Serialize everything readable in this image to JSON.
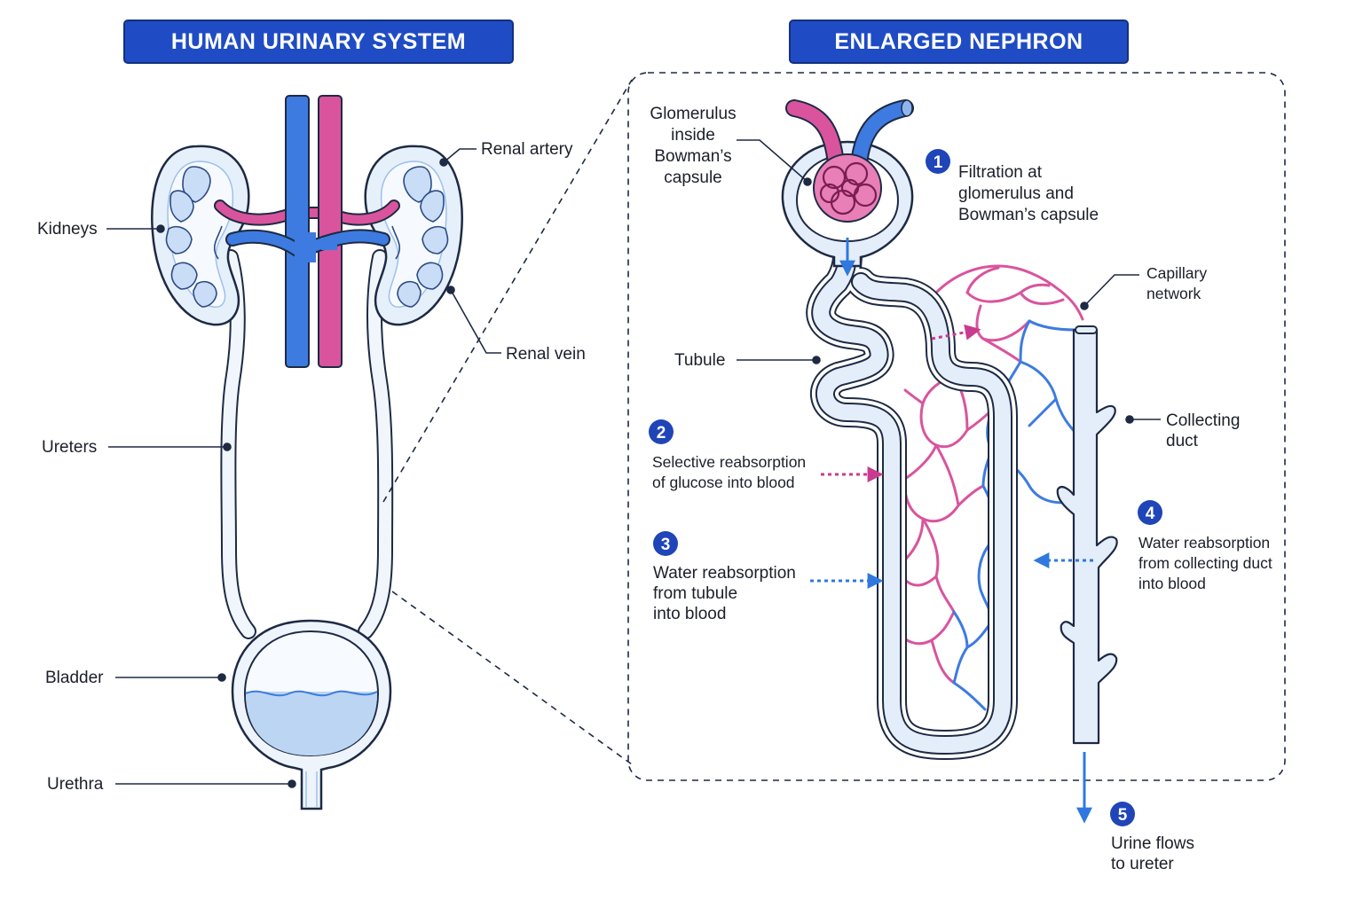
{
  "titles": {
    "left": "HUMAN URINARY SYSTEM",
    "right": "ENLARGED NEPHRON"
  },
  "colors": {
    "title_bg": "#1f4cc4",
    "vein_blue": "#3d7be0",
    "artery_pink": "#d9549d",
    "tissue_light": "#e6f0fb",
    "outline": "#1e2a44",
    "step_badge": "#1f45b8"
  },
  "urinary_labels": {
    "kidneys": "Kidneys",
    "renal_artery": "Renal artery",
    "renal_vein": "Renal vein",
    "ureters": "Ureters",
    "bladder": "Bladder",
    "urethra": "Urethra"
  },
  "nephron_labels": {
    "glomerulus": [
      "Glomerulus",
      "inside",
      "Bowman’s",
      "capsule"
    ],
    "tubule": "Tubule",
    "capillary_network": [
      "Capillary",
      "network"
    ],
    "collecting_duct": [
      "Collecting",
      "duct"
    ]
  },
  "steps": [
    {
      "num": "1",
      "lines": [
        "Filtration at",
        "glomerulus and",
        "Bowman’s capsule"
      ]
    },
    {
      "num": "2",
      "lines": [
        "Selective reabsorption",
        "of glucose into blood"
      ]
    },
    {
      "num": "3",
      "lines": [
        "Water reabsorption",
        "from tubule",
        "into blood"
      ]
    },
    {
      "num": "4",
      "lines": [
        "Water reabsorption",
        "from collecting duct",
        "into blood"
      ]
    },
    {
      "num": "5",
      "lines": [
        "Urine flows",
        "to ureter"
      ]
    }
  ]
}
